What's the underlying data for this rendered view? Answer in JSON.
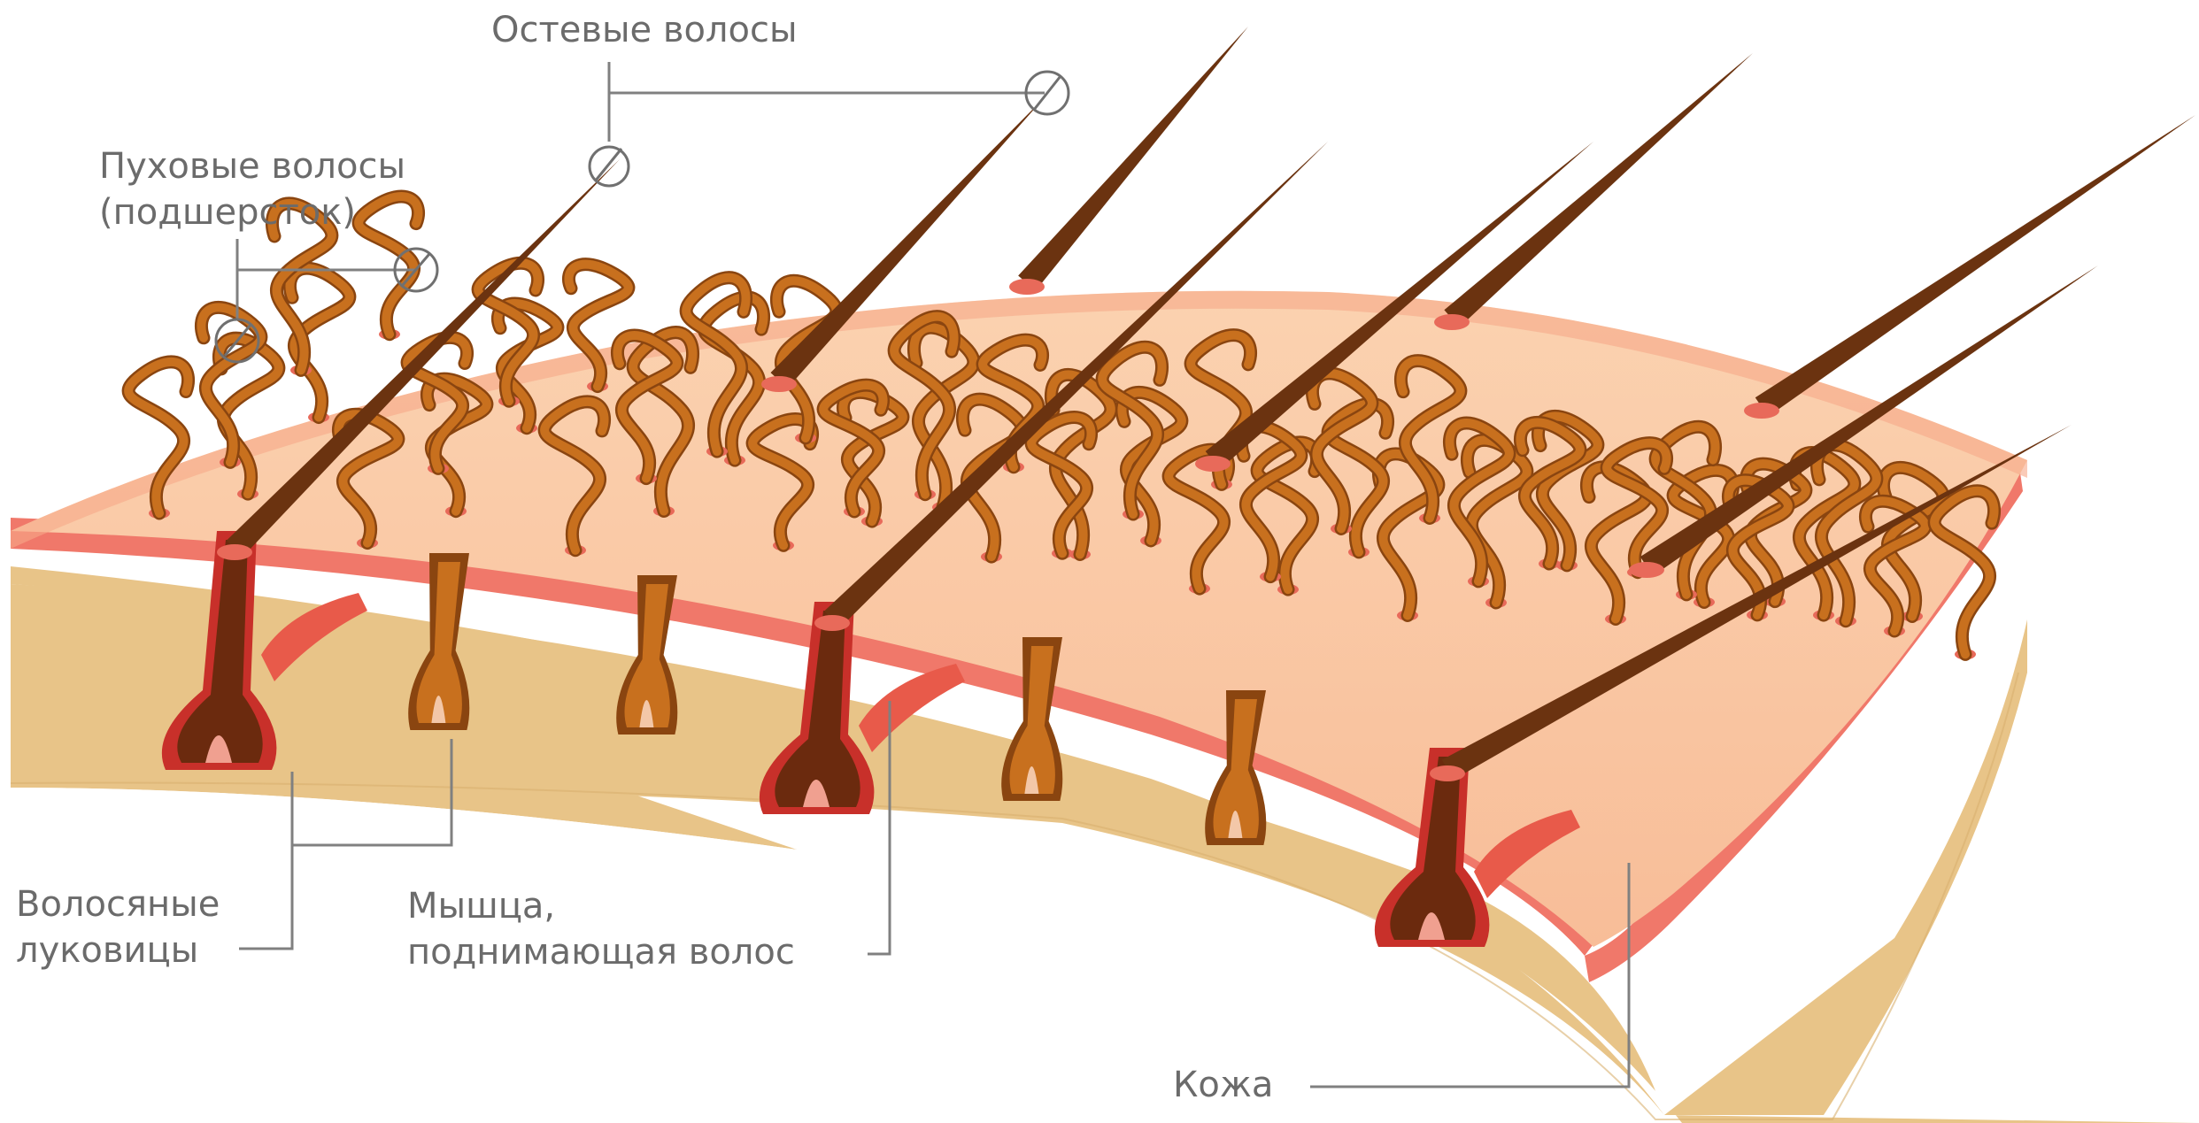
{
  "labels": {
    "guard_hair": "Остевые волосы",
    "down_hair_line1": "Пуховые волосы",
    "down_hair_line2": "(подшерсток)",
    "bulbs_line1": "Волосяные",
    "bulbs_line2": "луковицы",
    "muscle_line1": "Мышца,",
    "muscle_line2": "поднимающая волос",
    "skin": "Кожа"
  },
  "colors": {
    "skin_surface": "#f9c6a0",
    "skin_top_band": "#f7a888",
    "dermis_red": "#f0786a",
    "subcutis": "#e8c488",
    "down_hair": "#c8701e",
    "down_hair_outline": "#8a4510",
    "guard_hair": "#6b3310",
    "bulb_red": "#c8302a",
    "muscle": "#e85a4a",
    "leader_line": "#808080",
    "label_text": "#6b6b6b"
  },
  "icons": {
    "guard_hair_markers": "circle-outline",
    "down_hair_markers": "circle-outline"
  }
}
